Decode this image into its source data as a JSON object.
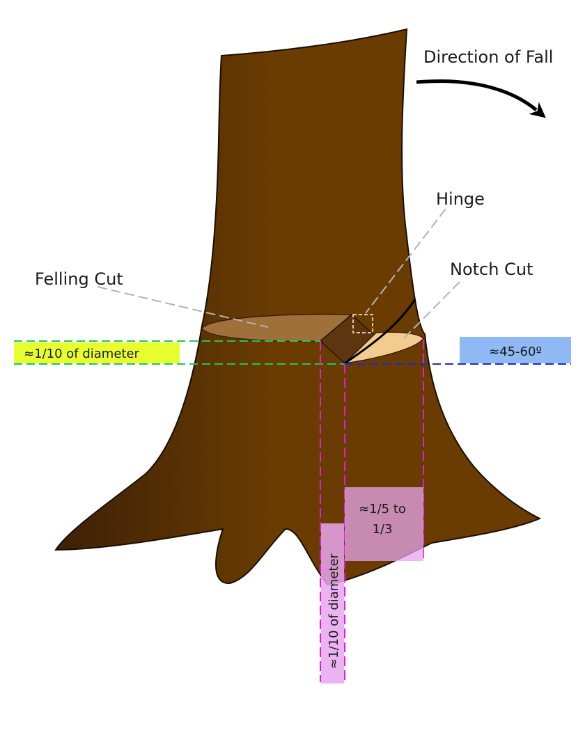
{
  "labels": {
    "direction": "Direction of Fall",
    "hinge": "Hinge",
    "felling_cut": "Felling Cut",
    "notch_cut": "Notch Cut",
    "tenth_horizontal": "≈1/10 of diameter",
    "angle": "≈45-60º",
    "fifth_line1": "≈1/5 to",
    "fifth_line2": "1/3",
    "tenth_vertical": "≈1/10 of diameter"
  },
  "colors": {
    "bark_dark": "#3d2006",
    "bark_light": "#6a3c02",
    "cut_face": "#a0703a",
    "notch_face": "#f2cc8f",
    "green_guide": "#22c55e",
    "blue_guide": "#1f2fb5",
    "magenta_guide": "#e21bd6",
    "yellow_box": "#e8ff2f",
    "blue_box": "#8fb9f5",
    "violet_box": "#e7a6ee"
  }
}
